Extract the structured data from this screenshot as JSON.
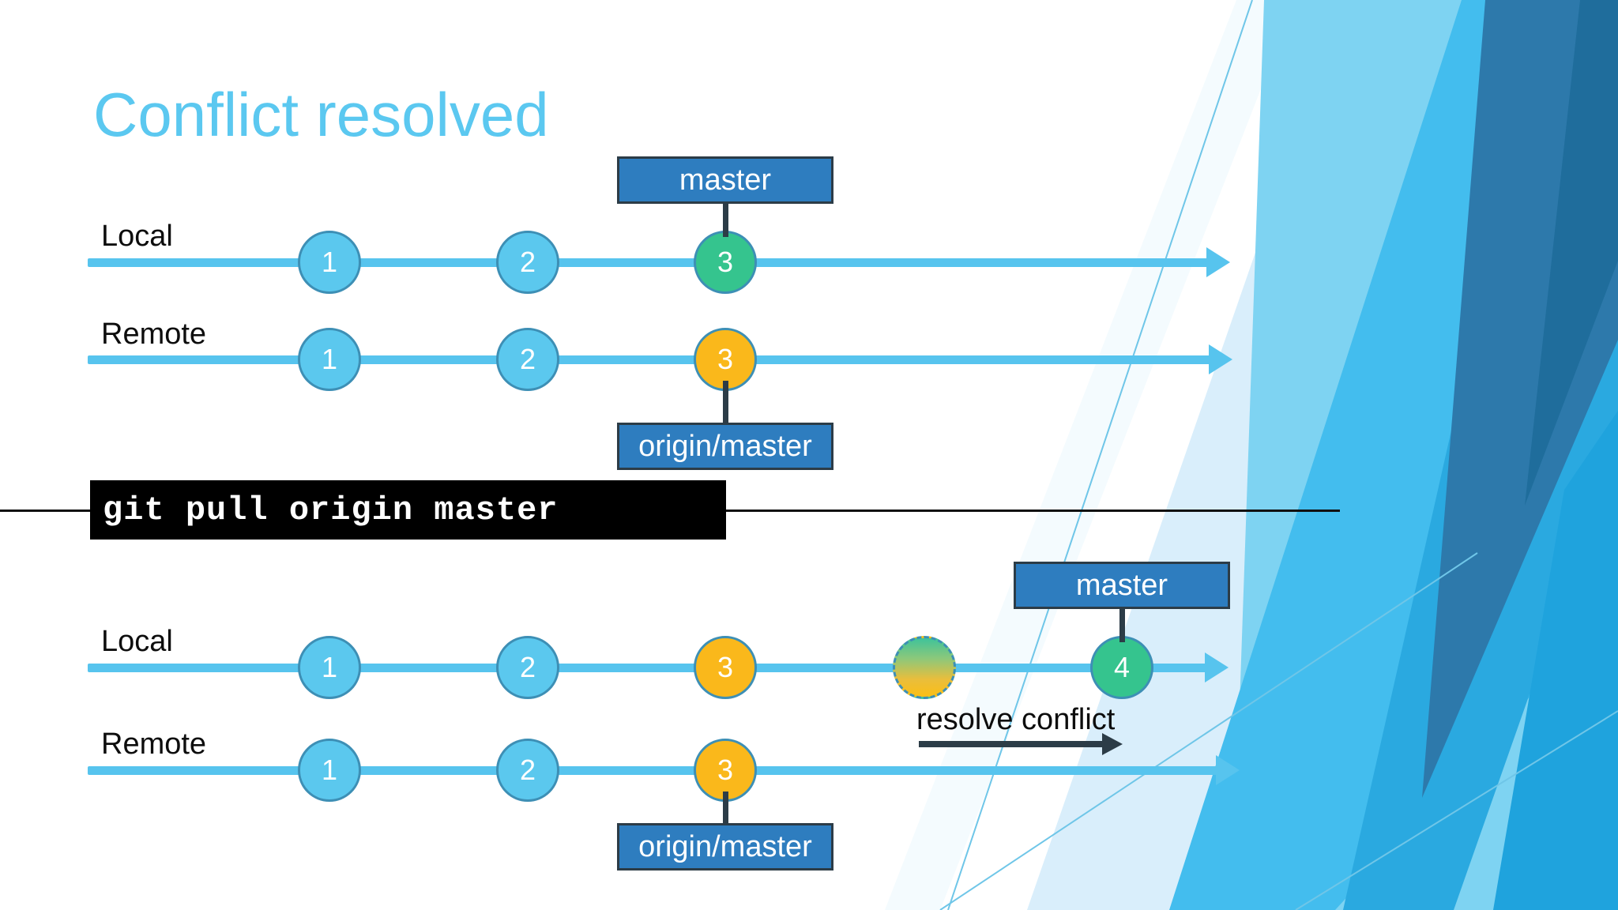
{
  "slide": {
    "title": "Conflict resolved",
    "title_color": "#5BC8F0",
    "background_color": "#ffffff"
  },
  "command": {
    "text": "git pull origin master"
  },
  "colors": {
    "track": "#57C4EE",
    "commit_blue": "#5BC8EE",
    "commit_green": "#35C48E",
    "commit_yellow": "#FAB81B",
    "commit_border": "#3D8FB5",
    "ref_box_fill": "#2E7DBF",
    "ref_box_border": "#2C3C47",
    "annotation": "#2C3C47",
    "command_bar_bg": "#000000",
    "command_bar_text": "#ffffff"
  },
  "before": {
    "local": {
      "label": "Local",
      "commits": [
        {
          "id": "1",
          "color": "blue"
        },
        {
          "id": "2",
          "color": "blue"
        },
        {
          "id": "3",
          "color": "green"
        }
      ],
      "ref": {
        "label": "master",
        "attached_to": "3"
      }
    },
    "remote": {
      "label": "Remote",
      "commits": [
        {
          "id": "1",
          "color": "blue"
        },
        {
          "id": "2",
          "color": "blue"
        },
        {
          "id": "3",
          "color": "yellow"
        }
      ],
      "ref": {
        "label": "origin/master",
        "attached_to": "3"
      }
    }
  },
  "after": {
    "local": {
      "label": "Local",
      "commits": [
        {
          "id": "1",
          "color": "blue"
        },
        {
          "id": "2",
          "color": "blue"
        },
        {
          "id": "3",
          "color": "yellow"
        },
        {
          "id": "conflict",
          "color": "conflict"
        },
        {
          "id": "4",
          "color": "green"
        }
      ],
      "ref": {
        "label": "master",
        "attached_to": "4"
      },
      "annotation": {
        "label": "resolve conflict"
      }
    },
    "remote": {
      "label": "Remote",
      "commits": [
        {
          "id": "1",
          "color": "blue"
        },
        {
          "id": "2",
          "color": "blue"
        },
        {
          "id": "3",
          "color": "yellow"
        }
      ],
      "ref": {
        "label": "origin/master",
        "attached_to": "3"
      }
    }
  }
}
